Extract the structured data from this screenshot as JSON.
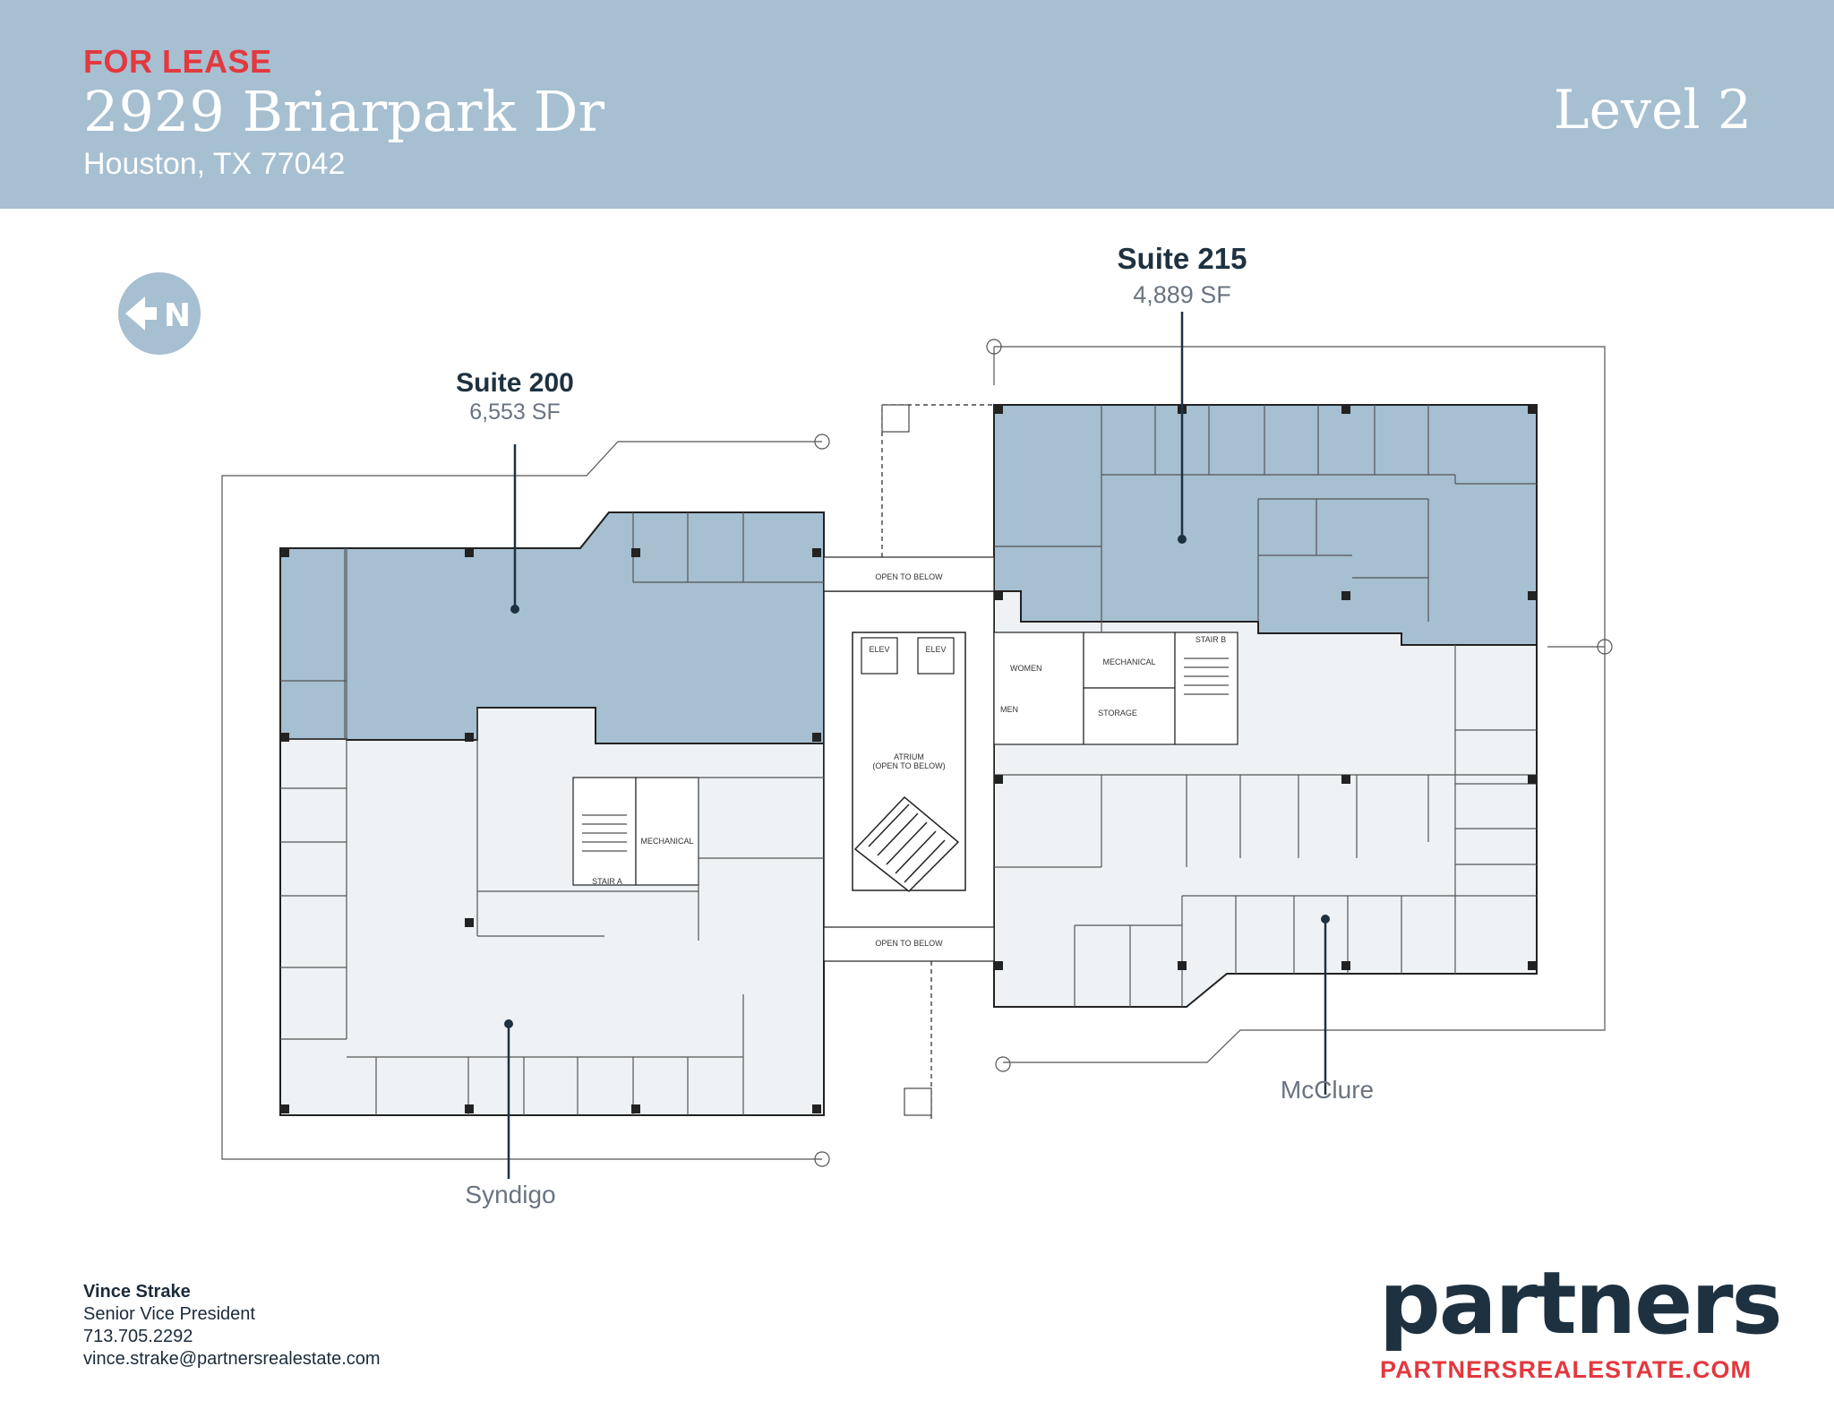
{
  "header": {
    "status": "FOR LEASE",
    "address": "2929 Briarpark Dr",
    "city": "Houston, TX 77042",
    "level": "Level 2"
  },
  "compass": {
    "letter": "N",
    "icon": "north-arrow-icon"
  },
  "suites": [
    {
      "name": "Suite 200",
      "area": "6,553 SF"
    },
    {
      "name": "Suite 215",
      "area": "4,889 SF"
    }
  ],
  "tenants": [
    "Syndigo",
    "McClure"
  ],
  "room_labels": {
    "open_below_top": "OPEN TO BELOW",
    "open_below_bottom": "OPEN TO BELOW",
    "atrium": "ATRIUM",
    "atrium_sub": "(OPEN TO BELOW)",
    "mechanical_left": "MECHANICAL",
    "mechanical_right": "MECHANICAL",
    "storage": "STORAGE",
    "stair_a": "STAIR A",
    "stair_b": "STAIR B",
    "women": "WOMEN",
    "men": "MEN",
    "elev1": "ELEV",
    "elev2": "ELEV"
  },
  "contact": {
    "name": "Vince Strake",
    "title": "Senior Vice President",
    "phone": "713.705.2292",
    "email": "vince.strake@partnersrealestate.com"
  },
  "brand": {
    "logo": "partners",
    "website": "PARTNERSREALESTATE.COM"
  },
  "colors": {
    "header_bg": "#a6bfd1",
    "accent_red": "#e2393f",
    "suite_fill": "#a6bfd1",
    "tenant_fill": "#eef2f5",
    "navy": "#1e3140"
  }
}
